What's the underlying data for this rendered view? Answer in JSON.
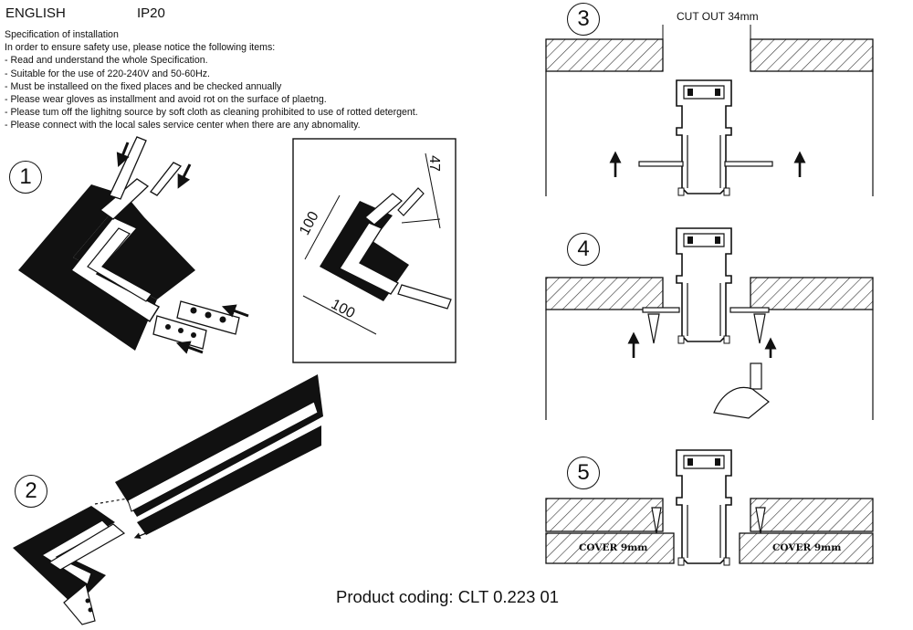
{
  "header": {
    "language": "ENGLISH",
    "rating": "IP20"
  },
  "spec": {
    "title": "Specification of installation",
    "intro": "In order to ensure safety use, please notice the following items:",
    "items": [
      "- Read and understand the whole Specification.",
      "- Suitable for the use of 220-240V and 50-60Hz.",
      "- Must be installeed on the fixed places and be checked annually",
      "- Please wear gloves as installment and avoid rot on the surface of plaetng.",
      "- Please tum off the lighitng source by soft cloth as cleaning prohibited to use of rotted detergent.",
      "- Please connect with the local sales service center when there are any abnomality."
    ]
  },
  "steps": {
    "s1": "1",
    "s2": "2",
    "s3": "3",
    "s4": "4",
    "s5": "5"
  },
  "dims": {
    "cutout": "CUT OUT 34mm",
    "d47": "47",
    "d100a": "100",
    "d100b": "100"
  },
  "cover": {
    "left": "COVER 9mm",
    "right": "COVER 9mm"
  },
  "footer": {
    "coding": "Product coding: CLT 0.223 01"
  },
  "colors": {
    "ink": "#111111",
    "hatch": "#333333",
    "paper": "#ffffff"
  }
}
